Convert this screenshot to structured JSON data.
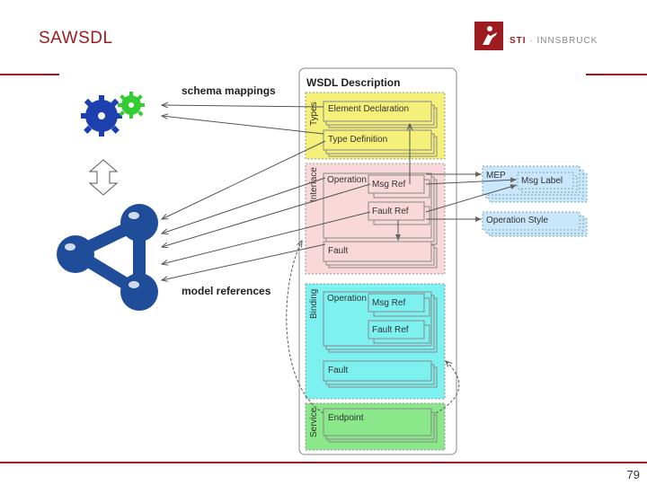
{
  "slide": {
    "title": "SAWSDL",
    "page_number": "79",
    "logo": {
      "brand": "STI",
      "separator": " · ",
      "city": "INNSBRUCK"
    }
  },
  "diagram": {
    "header": "WSDL Description",
    "schema_mappings_label": "schema mappings",
    "model_references_label": "model references",
    "sections": {
      "types": {
        "label": "Types",
        "items": [
          "Element Declaration",
          "Type Definition"
        ]
      },
      "interface": {
        "label": "Interface",
        "operation": "Operation",
        "msg_ref": "Msg Ref",
        "fault_ref": "Fault Ref",
        "fault": "Fault"
      },
      "binding": {
        "label": "Binding",
        "operation": "Operation",
        "msg_ref": "Msg Ref",
        "fault_ref": "Fault Ref",
        "fault": "Fault"
      },
      "service": {
        "label": "Service",
        "endpoint": "Endpoint"
      }
    },
    "side_boxes": {
      "mep": "MEP",
      "msg_label": "Msg Label",
      "operation_style": "Operation Style"
    },
    "colors": {
      "types": "#f5f07a",
      "interface": "#f8d8d8",
      "binding": "#7df0f0",
      "service": "#8ae88a",
      "side": "#c9e6fb",
      "gear_blue": "#1e3fae",
      "gear_green": "#33cc33",
      "ontology": "#1f4d9a"
    }
  }
}
